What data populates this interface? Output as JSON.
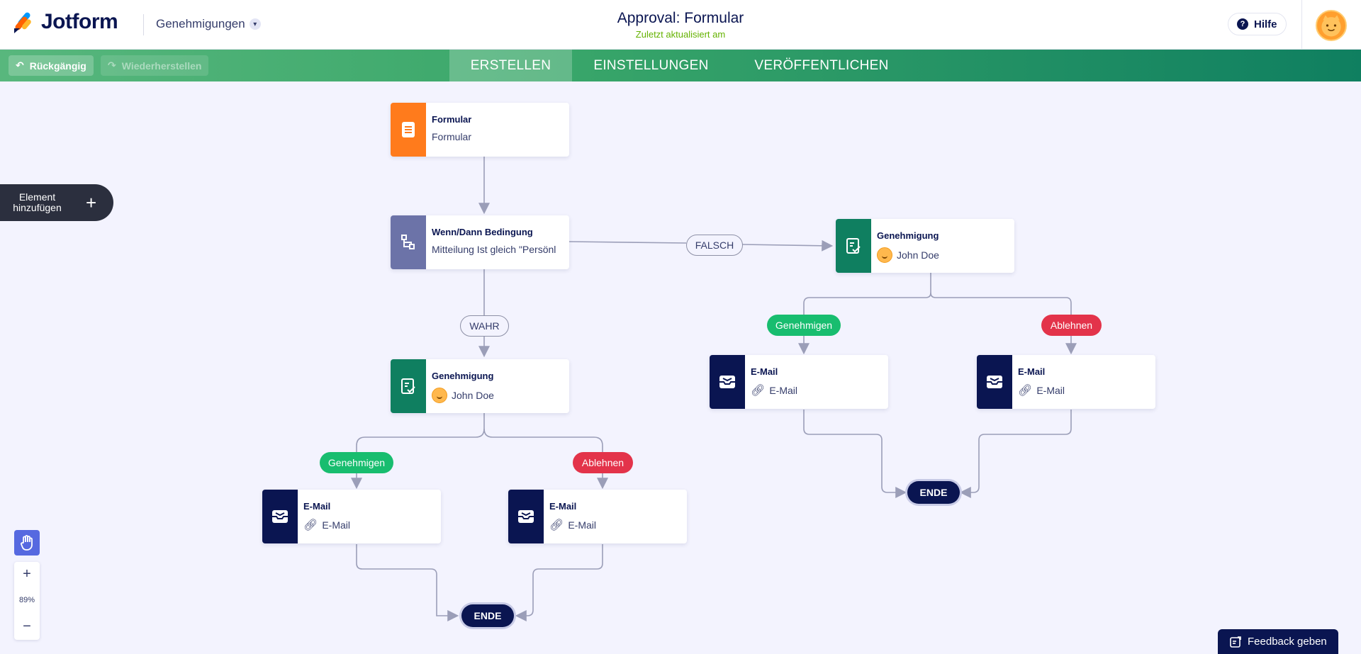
{
  "header": {
    "logo_text": "Jotform",
    "product_switch": "Genehmigungen",
    "title": "Approval: Formular",
    "subtitle": "Zuletzt aktualisiert am",
    "help": "Hilfe"
  },
  "toolbar": {
    "undo": "Rückgängig",
    "redo": "Wiederherstellen"
  },
  "tabs": [
    "ERSTELLEN",
    "EINSTELLUNGEN",
    "VERÖFFENTLICHEN"
  ],
  "active_tab": "ERSTELLEN",
  "add_element": "Element hinzufügen",
  "nodes": {
    "form": {
      "title": "Formular",
      "sub": "Formular",
      "color": "#ff7b1c"
    },
    "condition": {
      "title": "Wenn/Dann Bedingung",
      "sub": "Mitteilung Ist gleich \"Persönl",
      "color": "#6c73a8"
    },
    "approval_left": {
      "title": "Genehmigung",
      "sub": "John Doe",
      "color": "#0f7f60"
    },
    "approval_right": {
      "title": "Genehmigung",
      "sub": "John Doe",
      "color": "#0f7f60"
    },
    "email_1": {
      "title": "E-Mail",
      "sub": "E-Mail",
      "color": "#0a1551"
    },
    "email_2": {
      "title": "E-Mail",
      "sub": "E-Mail",
      "color": "#0a1551"
    },
    "email_3": {
      "title": "E-Mail",
      "sub": "E-Mail",
      "color": "#0a1551"
    },
    "email_4": {
      "title": "E-Mail",
      "sub": "E-Mail",
      "color": "#0a1551"
    }
  },
  "labels": {
    "false": "FALSCH",
    "true": "WAHR",
    "approve": "Genehmigen",
    "reject": "Ablehnen",
    "end": "ENDE"
  },
  "zoom": {
    "plus": "+",
    "level": "89%",
    "minus": "−"
  },
  "feedback": "Feedback geben",
  "colors": {
    "accent_green": "#18bd6f",
    "accent_red": "#e3334a",
    "navy": "#0a1551",
    "connector": "#9b9eb8"
  }
}
